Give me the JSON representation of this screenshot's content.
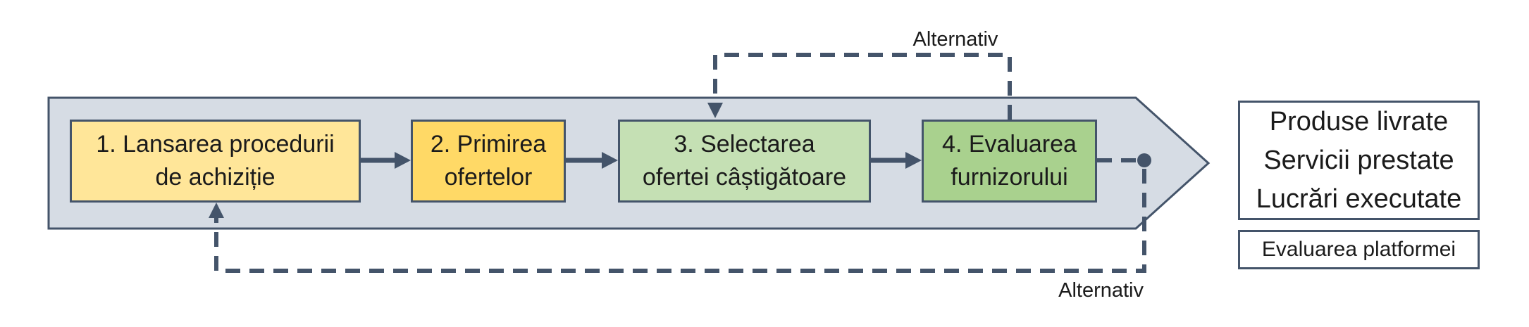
{
  "diagram": {
    "type": "process-flow",
    "language": "ro",
    "steps": [
      {
        "line1": "1. Lansarea procedurii",
        "line2": "de achiziție",
        "fill": "#FFE699"
      },
      {
        "line1": "2. Primirea",
        "line2": "ofertelor",
        "fill": "#FFD966"
      },
      {
        "line1": "3. Selectarea",
        "line2": "ofertei câștigătoare",
        "fill": "#C5E0B4"
      },
      {
        "line1": "4. Evaluarea",
        "line2": "furnizorului",
        "fill": "#A9D18E"
      }
    ],
    "labels": {
      "alternative_top": "Alternativ",
      "alternative_bottom": "Alternativ"
    },
    "outputs": {
      "lines": [
        "Produse livrate",
        "Servicii prestate",
        "Lucrări executate"
      ]
    },
    "platform_evaluation": "Evaluarea platformei",
    "colors": {
      "banner_fill": "#D6DCE4",
      "border": "#44546A",
      "connector": "#44546A",
      "text": "#1B1B1B",
      "step_fills": [
        "#FFE699",
        "#FFD966",
        "#C5E0B4",
        "#A9D18E"
      ]
    }
  }
}
